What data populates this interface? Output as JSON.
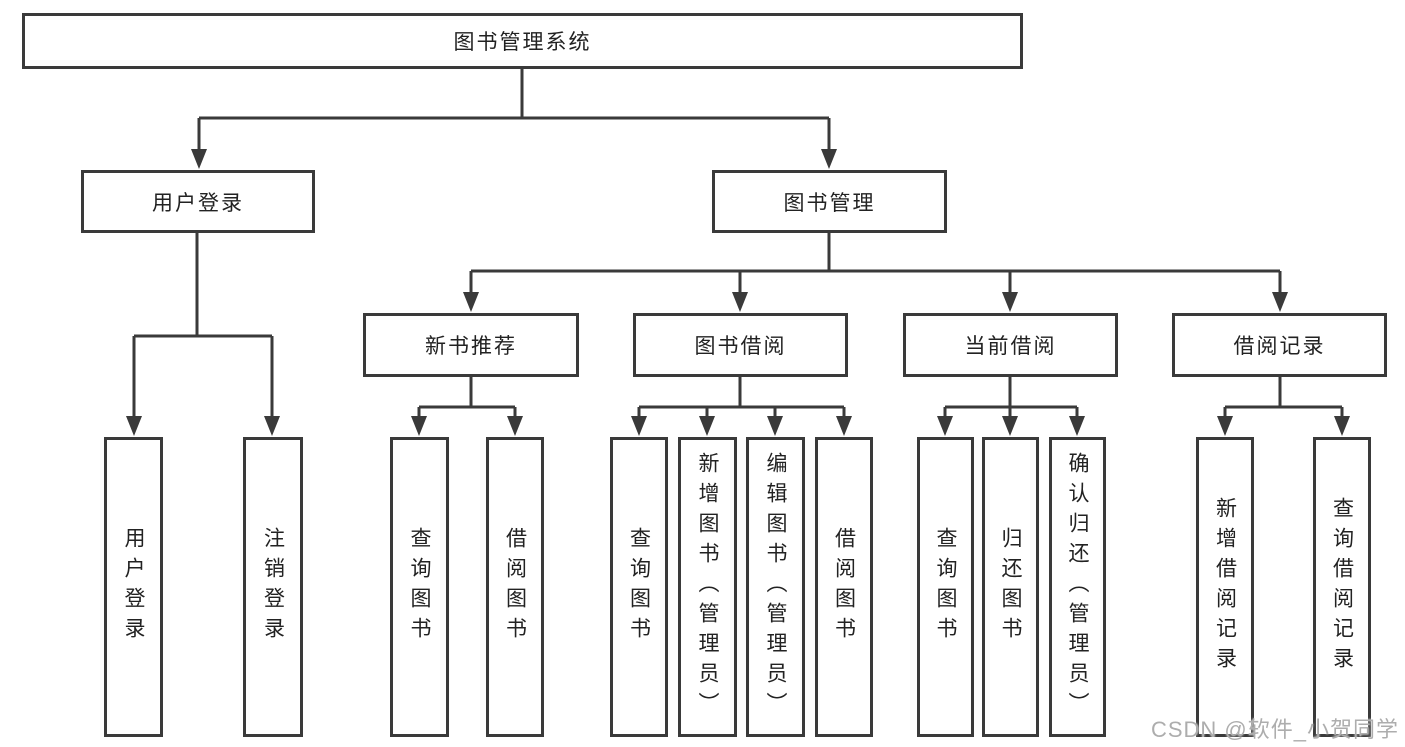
{
  "diagram": {
    "title": "图书管理系统",
    "colors": {
      "line": "#3a3a3a",
      "box_border": "#3a3a3a",
      "box_background": "#ffffff",
      "text": "#222222",
      "watermark": "#adadad"
    },
    "watermark": {
      "text": "CSDN @软件_小贺同学"
    },
    "tree": {
      "label": "图书管理系统",
      "children": [
        {
          "label": "用户登录",
          "children": [
            {
              "label": "用户登录"
            },
            {
              "label": "注销登录"
            }
          ]
        },
        {
          "label": "图书管理",
          "children": [
            {
              "label": "新书推荐",
              "children": [
                {
                  "label": "查询图书"
                },
                {
                  "label": "借阅图书"
                }
              ]
            },
            {
              "label": "图书借阅",
              "children": [
                {
                  "label": "查询图书"
                },
                {
                  "label": "新增图书（管理员）"
                },
                {
                  "label": "编辑图书（管理员）"
                },
                {
                  "label": "借阅图书"
                }
              ]
            },
            {
              "label": "当前借阅",
              "children": [
                {
                  "label": "查询图书"
                },
                {
                  "label": "归还图书"
                },
                {
                  "label": "确认归还（管理员）"
                }
              ]
            },
            {
              "label": "借阅记录",
              "children": [
                {
                  "label": "新增借阅记录"
                },
                {
                  "label": "查询借阅记录"
                }
              ]
            }
          ]
        }
      ]
    }
  }
}
